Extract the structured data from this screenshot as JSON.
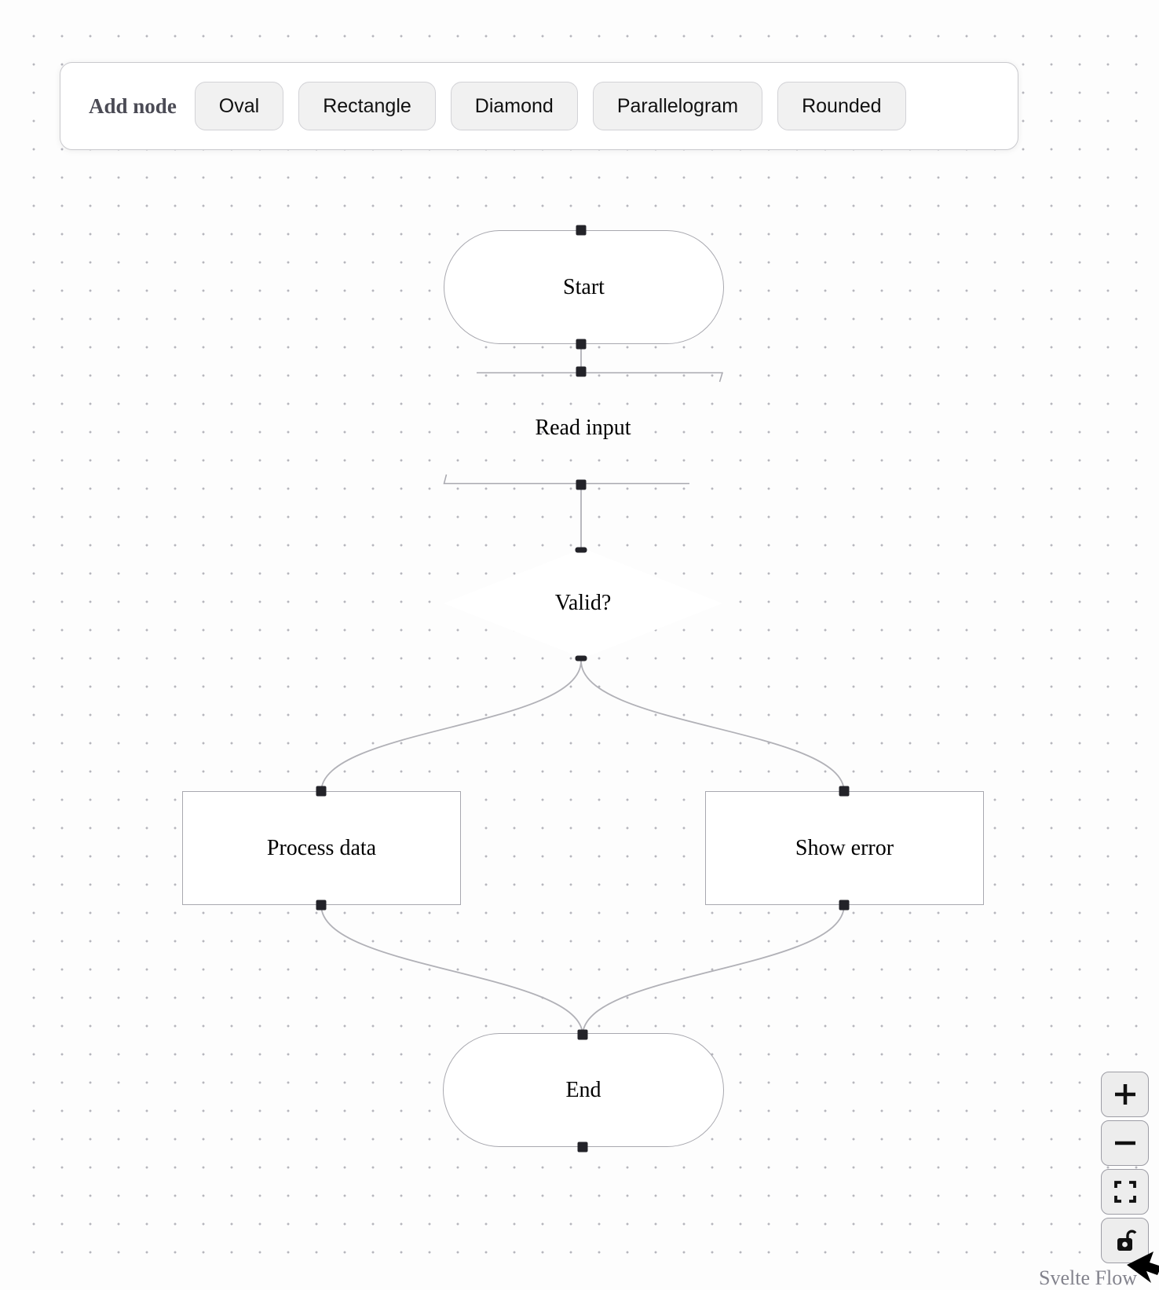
{
  "toolbar": {
    "label": "Add node",
    "buttons": [
      {
        "id": "oval",
        "label": "Oval"
      },
      {
        "id": "rectangle",
        "label": "Rectangle"
      },
      {
        "id": "diamond",
        "label": "Diamond"
      },
      {
        "id": "parallelogram",
        "label": "Parallelogram"
      },
      {
        "id": "rounded",
        "label": "Rounded"
      }
    ]
  },
  "nodes": {
    "start": {
      "label": "Start",
      "shape": "oval"
    },
    "read_input": {
      "label": "Read input",
      "shape": "parallelogram"
    },
    "valid": {
      "label": "Valid?",
      "shape": "diamond"
    },
    "process_data": {
      "label": "Process data",
      "shape": "rectangle"
    },
    "show_error": {
      "label": "Show error",
      "shape": "rectangle"
    },
    "end": {
      "label": "End",
      "shape": "oval"
    }
  },
  "edges": [
    {
      "from": "start",
      "to": "read_input"
    },
    {
      "from": "read_input",
      "to": "valid"
    },
    {
      "from": "valid",
      "to": "process_data"
    },
    {
      "from": "valid",
      "to": "show_error"
    },
    {
      "from": "process_data",
      "to": "end"
    },
    {
      "from": "show_error",
      "to": "end"
    }
  ],
  "controls": [
    {
      "id": "zoom-in",
      "icon": "plus-icon"
    },
    {
      "id": "zoom-out",
      "icon": "minus-icon"
    },
    {
      "id": "fit-view",
      "icon": "fit-view-icon"
    },
    {
      "id": "toggle-interactivity",
      "icon": "unlock-icon"
    }
  ],
  "attribution": "Svelte Flow",
  "colors": {
    "canvas_bg": "#fdfdfd",
    "grid_dot": "#b6b6bd",
    "edge": "#b1b1b7",
    "node_border": "#a8a8af",
    "node_bg": "#ffffff",
    "handle": "#232329",
    "toolbar_button_bg": "#f1f1f1",
    "control_button_bg": "#ededed",
    "toolbar_label_color": "#4b4b55"
  }
}
